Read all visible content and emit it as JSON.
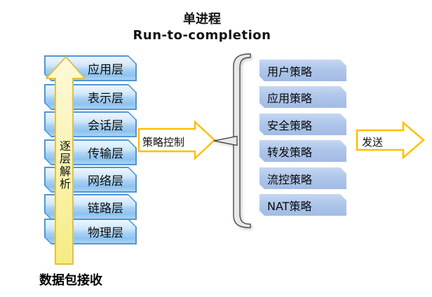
{
  "title": {
    "line1": "单进程",
    "line2": "Run-to-completion"
  },
  "left_stack": {
    "layers": [
      "应用层",
      "表示层",
      "会话层",
      "传输层",
      "网络层",
      "链路层",
      "物理层"
    ],
    "up_arrow_label": "逐层解析",
    "bottom_caption": "数据包接收"
  },
  "middle": {
    "policy_control_arrow_label": "策略控制"
  },
  "right_panel": {
    "policies": [
      "用户策略",
      "应用策略",
      "安全策略",
      "转发策略",
      "流控策略",
      "NAT策略"
    ]
  },
  "send_arrow": {
    "label": "发送"
  },
  "colors": {
    "layer_border": "#4f96d8",
    "layer_fill_top": "#cfe7fa",
    "layer_fill_bottom": "#8ec2ee",
    "policy_fill": "#aec6ea",
    "policy_border": "#ffffff",
    "big_arrow_fill": "#f8f1a0",
    "big_arrow_border": "#e2bf4a",
    "flow_arrow_border": "#ffc000",
    "flow_arrow_fill": "#ffffff",
    "brace_fill": "#e8e8e8",
    "brace_border": "#4d4d4d",
    "text": "#111111"
  }
}
